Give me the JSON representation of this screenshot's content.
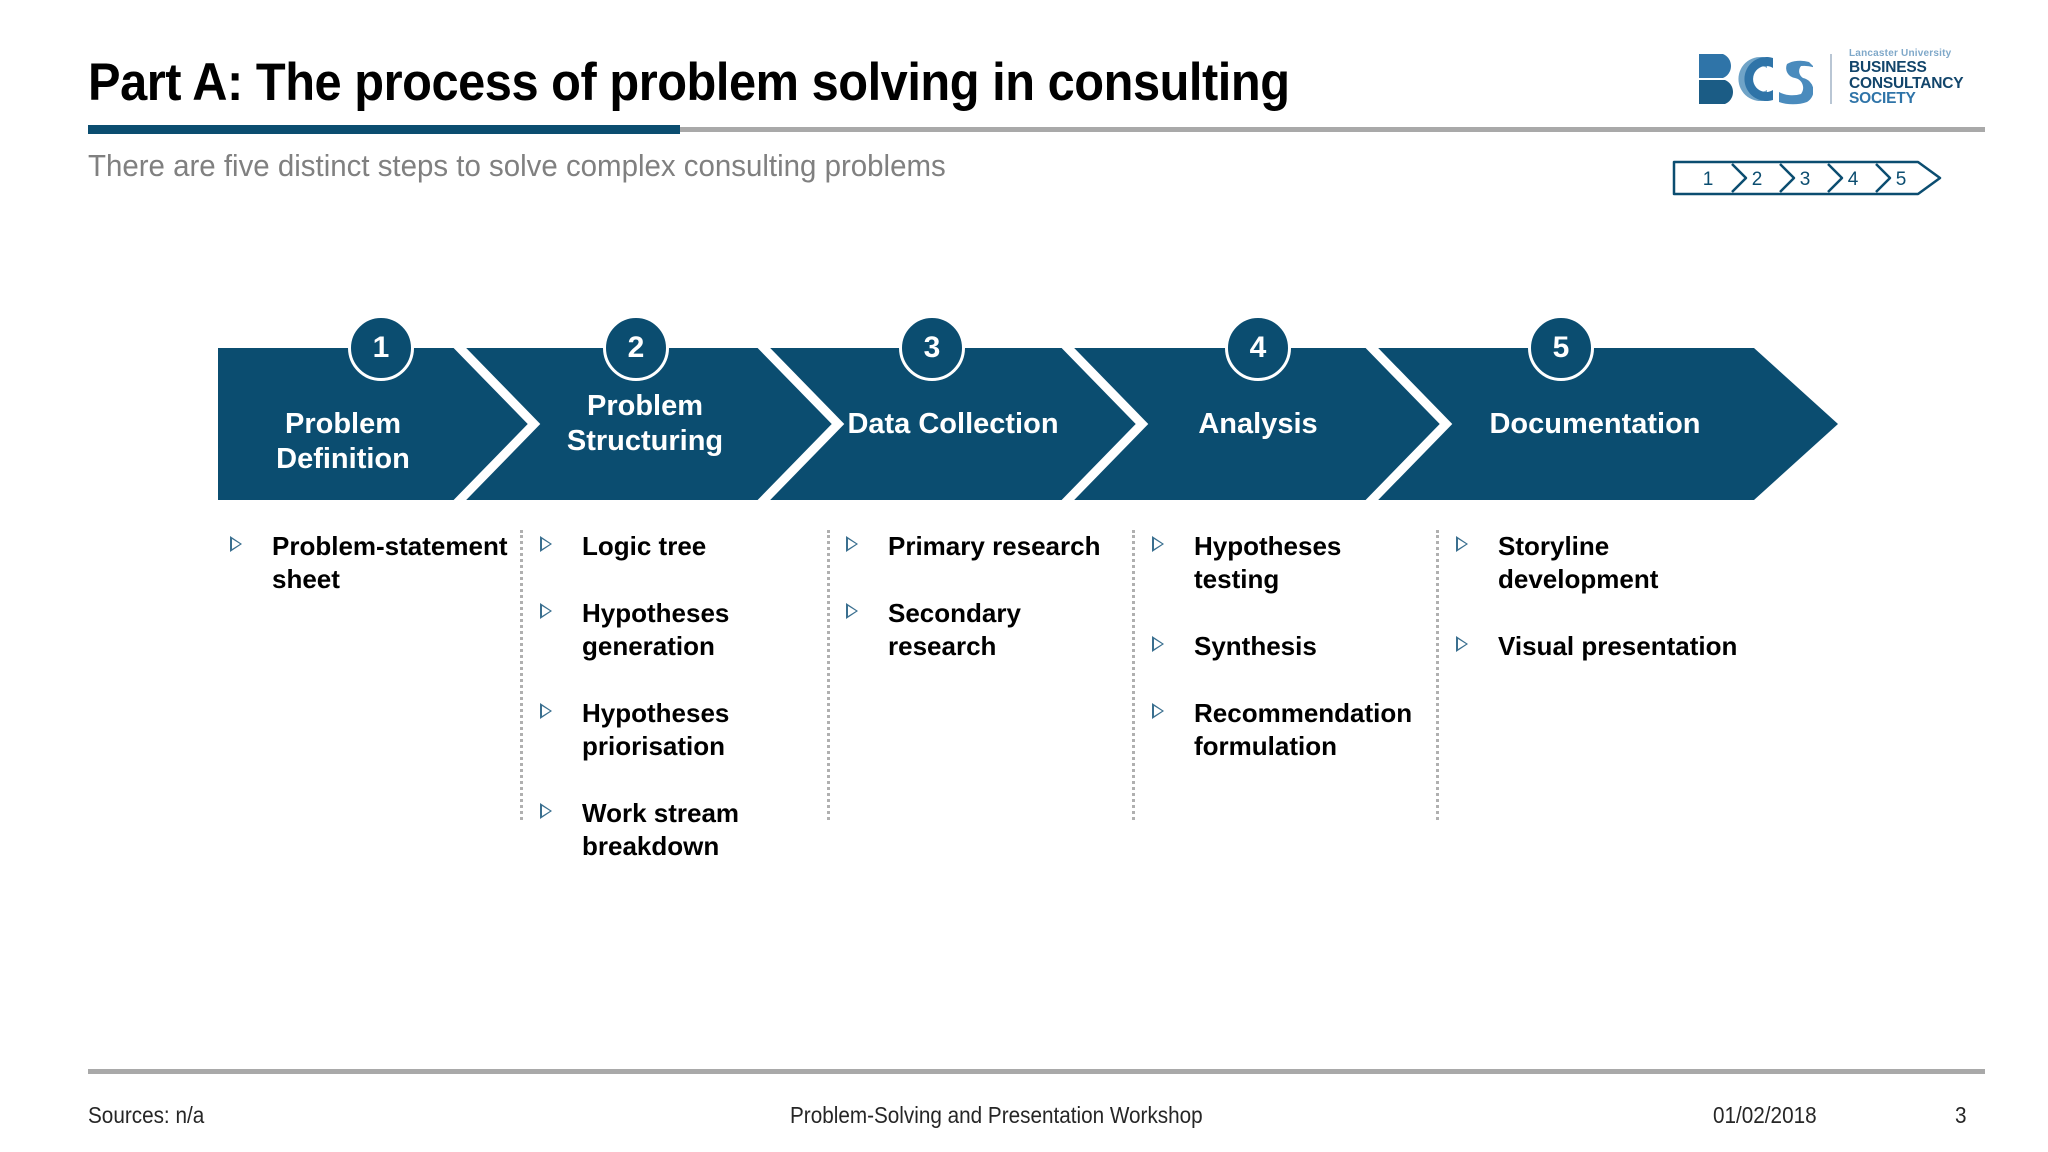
{
  "header": {
    "title": "Part A: The process of problem solving in consulting",
    "subtitle": "There are five distinct steps to solve complex consulting problems"
  },
  "logo": {
    "mark": "BCS",
    "university": "Lancaster University",
    "line1": "BUSINESS",
    "line2": "CONSULTANCY",
    "line3": "SOCIETY"
  },
  "progress_tracker": {
    "steps": [
      "1",
      "2",
      "3",
      "4",
      "5"
    ],
    "active": "3"
  },
  "process": {
    "steps": [
      {
        "number": "1",
        "label": "Problem Definition"
      },
      {
        "number": "2",
        "label": "Problem Structuring"
      },
      {
        "number": "3",
        "label": "Data Collection"
      },
      {
        "number": "4",
        "label": "Analysis"
      },
      {
        "number": "5",
        "label": "Documentation"
      }
    ]
  },
  "details": {
    "columns": [
      {
        "bullets": [
          "Problem-statement sheet"
        ]
      },
      {
        "bullets": [
          "Logic tree",
          "Hypotheses generation",
          "Hypotheses priorisation",
          "Work stream breakdown"
        ]
      },
      {
        "bullets": [
          "Primary research",
          "Secondary research"
        ]
      },
      {
        "bullets": [
          "Hypotheses testing",
          "Synthesis",
          "Recommendation formulation"
        ]
      },
      {
        "bullets": [
          "Storyline development",
          "Visual presentation"
        ]
      }
    ]
  },
  "footer": {
    "sources": "Sources: n/a",
    "center": "Problem-Solving and Presentation Workshop",
    "date": "01/02/2018",
    "page": "3"
  },
  "colors": {
    "brand_blue": "#0b4d70",
    "rule_grey": "#a9a9a9",
    "subtitle_grey": "#808080",
    "bullet_marker": "#3a6f8f",
    "divider_dots": "#b0b0b0"
  }
}
